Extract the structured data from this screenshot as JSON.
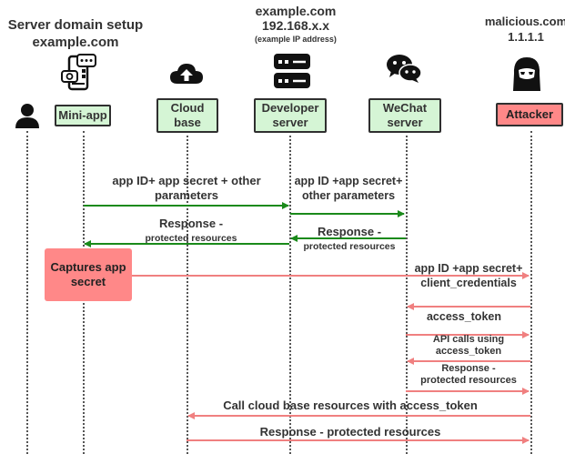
{
  "header": {
    "setup_line1": "Server domain setup",
    "setup_line2": "example.com",
    "dev_domain": "example.com",
    "dev_ip": "192.168.x.x",
    "dev_ip_note": "(example IP address)",
    "attacker_domain": "malicious.com",
    "attacker_ip": "1.1.1.1"
  },
  "participants": {
    "miniapp": "Mini-app",
    "cloud_line1": "Cloud",
    "cloud_line2": "base",
    "dev_line1": "Developer",
    "dev_line2": "server",
    "wechat_line1": "WeChat",
    "wechat_line2": "server",
    "attacker": "Attacker"
  },
  "capture_box": {
    "line1": "Captures app",
    "line2": "secret"
  },
  "messages": {
    "m1_line1": "app ID+ app secret + other",
    "m1_line2": "parameters",
    "m2_line1": "app ID +app secret+",
    "m2_line2": "other parameters",
    "m3_line1": "Response -",
    "m3_line2": "protected resources",
    "m4_line1": "Response -",
    "m4_line2": "protected resources",
    "m5_line1": "app ID +app secret+",
    "m5_line2": "client_credentials",
    "m6": "access_token",
    "m7_line1": "API calls using",
    "m7_line2": "access_token",
    "m8_line1": "Response -",
    "m8_line2": "protected resources",
    "m9": "Call cloud base resources with access_token",
    "m10": "Response - protected resources"
  },
  "colors": {
    "green_arrow": "#1a8a1a",
    "red_arrow": "#f08080",
    "participant_fill": "#d5f5d5",
    "attacker_fill": "#ff8888"
  }
}
